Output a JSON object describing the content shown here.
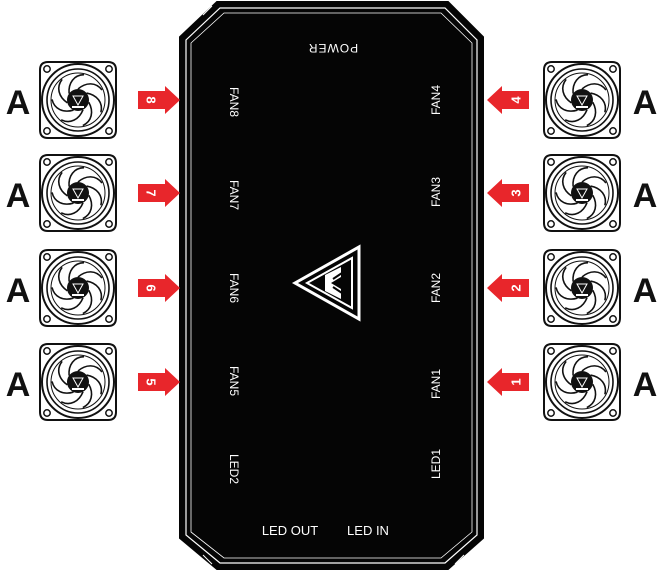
{
  "hub": {
    "power_label": "POWER",
    "led_out_label": "LED OUT",
    "led_in_label": "LED IN"
  },
  "ports_left": [
    {
      "label": "FAN8",
      "number": "8"
    },
    {
      "label": "FAN7",
      "number": "7"
    },
    {
      "label": "FAN6",
      "number": "6"
    },
    {
      "label": "FAN5",
      "number": "5"
    },
    {
      "label": "LED2",
      "number": ""
    }
  ],
  "ports_right": [
    {
      "label": "FAN4",
      "number": "4"
    },
    {
      "label": "FAN3",
      "number": "3"
    },
    {
      "label": "FAN2",
      "number": "2"
    },
    {
      "label": "FAN1",
      "number": "1"
    },
    {
      "label": "LED1",
      "number": ""
    }
  ],
  "fan_tag": "A",
  "colors": {
    "hub_fill": "#050505",
    "hub_line": "#ffffff",
    "arrow": "#e8262b",
    "fan_line": "#111111",
    "text_on_dark": "#ffffff"
  },
  "icons": {
    "fan": "fan-icon",
    "arrow": "arrow-icon",
    "logo": "brand-logo-icon"
  }
}
